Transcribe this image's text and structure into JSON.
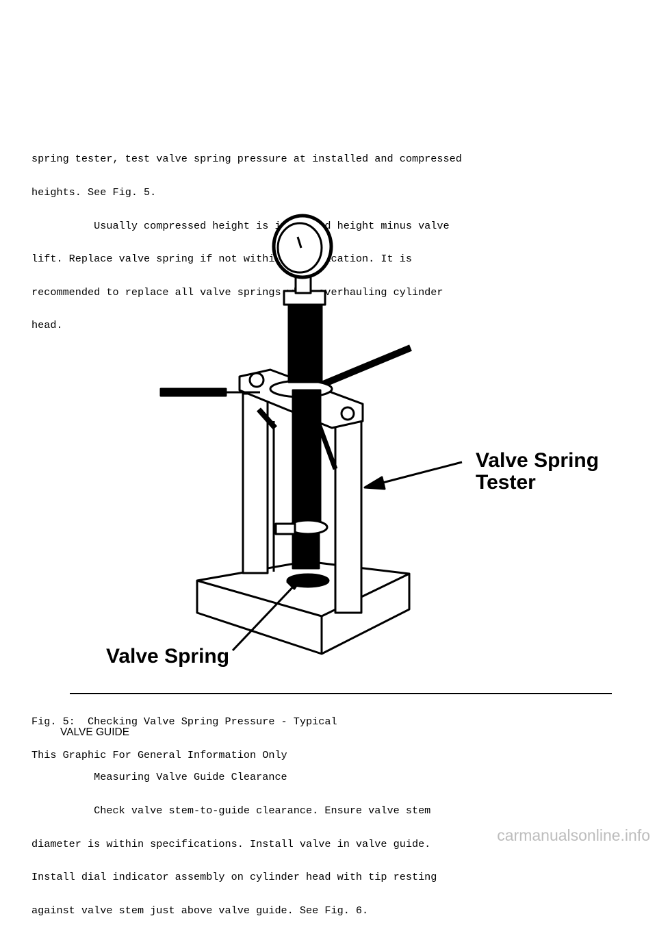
{
  "paragraph1": {
    "lines": [
      "spring tester, test valve spring pressure at installed and compressed",
      "heights. See Fig. 5.",
      "          Usually compressed height is installed height minus valve",
      "lift. Replace valve spring if not within specification. It is",
      "recommended to replace all valve springs when overhauling cylinder",
      "head."
    ]
  },
  "figure": {
    "label_tester_line1": "Valve Spring",
    "label_tester_line2": "Tester",
    "label_spring": "Valve Spring"
  },
  "caption": {
    "line1": "Fig. 5:  Checking Valve Spring Pressure - Typical",
    "line2": "This Graphic For General Information Only"
  },
  "section_heading": "VALVE GUIDE",
  "paragraph2": {
    "lines": [
      "          Measuring Valve Guide Clearance",
      "          Check valve stem-to-guide clearance. Ensure valve stem",
      "diameter is within specifications. Install valve in valve guide.",
      "Install dial indicator assembly on cylinder head with tip resting",
      "against valve stem just above valve guide. See Fig. 6."
    ]
  },
  "watermark": "carmanualsonline.info"
}
